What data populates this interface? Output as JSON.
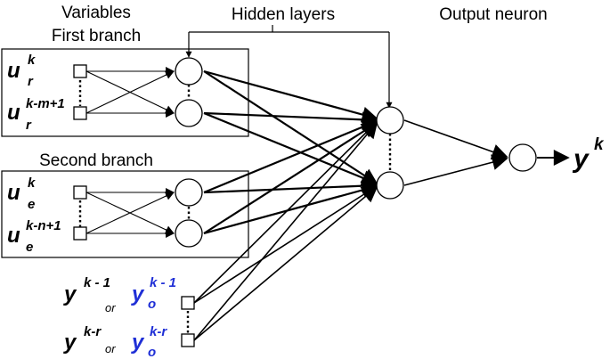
{
  "headings": {
    "variables": "Variables",
    "first_branch": "First branch",
    "hidden_layers": "Hidden layers",
    "output_neuron": "Output neuron",
    "second_branch": "Second branch"
  },
  "inputs": {
    "u_r_k_base": "u",
    "u_r_k_sub": "r",
    "u_r_k_sup": "k",
    "u_r_km_base": "u",
    "u_r_km_sub": "r",
    "u_r_km_sup": "k-m+1",
    "u_e_k_base": "u",
    "u_e_k_sub": "e",
    "u_e_k_sup": "k",
    "u_e_kn_base": "u",
    "u_e_kn_sub": "e",
    "u_e_kn_sup": "k-n+1",
    "y_k1_base": "y",
    "y_k1_sup": "k - 1",
    "or_1": "or",
    "yo_k1_base": "y",
    "yo_k1_sub": "o",
    "yo_k1_sup": "k - 1",
    "y_kr_base": "y",
    "y_kr_sup": "k-r",
    "or_2": "or",
    "yo_kr_base": "y",
    "yo_kr_sub": "o",
    "yo_kr_sup": "k-r"
  },
  "output": {
    "y_base": "y",
    "y_sup": "k"
  },
  "colors": {
    "ink": "#000000",
    "observer_blue": "#1f2fd6"
  }
}
